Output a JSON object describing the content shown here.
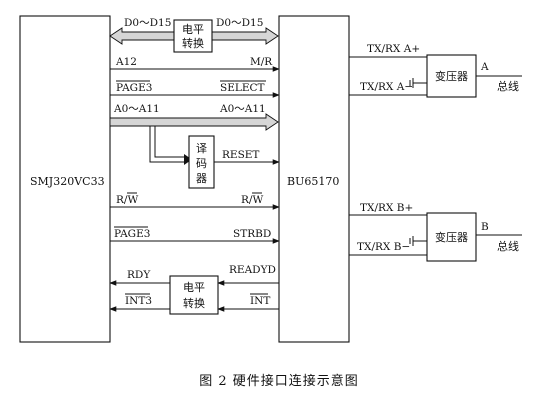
{
  "chips": {
    "left": "SMJ320VC33",
    "center": "BU65170"
  },
  "blocks": {
    "level_shift_top": [
      "电平",
      "转换"
    ],
    "decoder": [
      "译",
      "码",
      "器"
    ],
    "level_shift_bottom": [
      "电平",
      "转换"
    ],
    "transformer_a": "变压器",
    "transformer_b": "变压器"
  },
  "signals": {
    "data_bus_left": "D0～D15",
    "data_bus_right": "D0～D15",
    "a12": "A12",
    "mr": "M/R",
    "page3": "PAGE3",
    "select": "SELECT",
    "addr_left": "A0～A11",
    "addr_right": "A0～A11",
    "reset": "RESET",
    "rw_left": "R/W",
    "rw_right": "R/W",
    "page3_b": "PAGE3",
    "strbd": "STRBD",
    "rdy": "RDY",
    "readyd": "READYD",
    "int3": "INT3",
    "int": "INT",
    "txrx_a_pos": "TX/RX  A+",
    "txrx_a_neg": "TX/RX  A−",
    "txrx_b_pos": "TX/RX  B+",
    "txrx_b_neg": "TX/RX  B−",
    "port_a": "A",
    "port_b": "B",
    "bus_a": "总线",
    "bus_b": "总线"
  },
  "caption": "图 2    硬件接口连接示意图"
}
